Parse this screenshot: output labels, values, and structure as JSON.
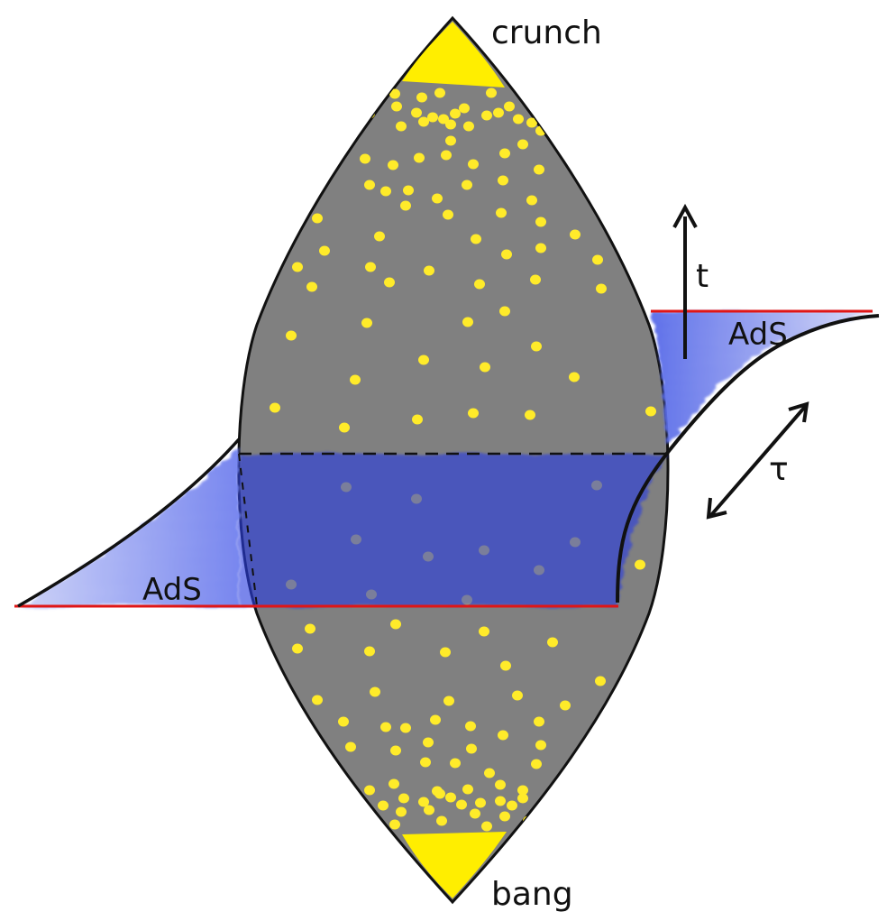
{
  "labels": {
    "crunch": "crunch",
    "bang": "bang",
    "time": "t",
    "tau": "τ",
    "ads_left": "AdS",
    "ads_right": "AdS"
  },
  "colors": {
    "background": "#ffffff",
    "universe_fill": "#808080",
    "particles": "#ffeb2a",
    "singularity": "#ffee00",
    "brane_blue": "#3b4fe0",
    "boundary_red": "#e01616",
    "outline": "#111111"
  }
}
